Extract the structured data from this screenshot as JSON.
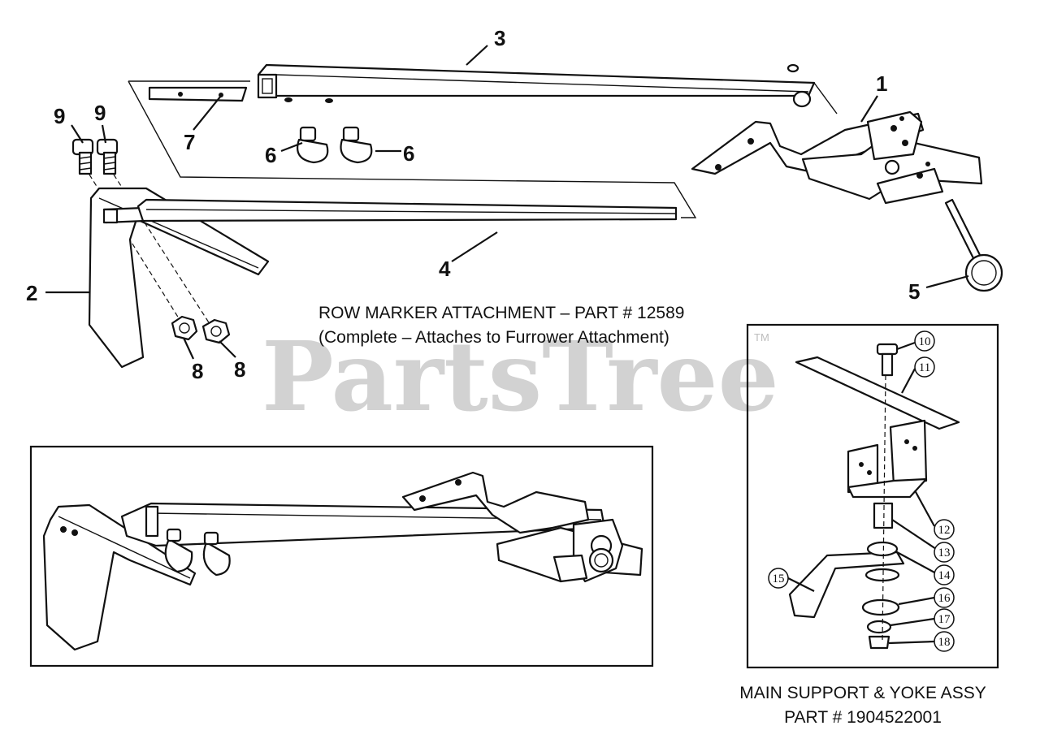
{
  "watermark": "PartsTree",
  "trademark": "TM",
  "main_title": {
    "line1": "ROW MARKER ATTACHMENT – PART # 12589",
    "line2": "(Complete – Attaches to Furrower Attachment)"
  },
  "subassembly_title": {
    "line1": "MAIN SUPPORT & YOKE ASSY",
    "line2": "PART # 1904522001"
  },
  "callouts": {
    "c1": "1",
    "c2": "2",
    "c3": "3",
    "c4": "4",
    "c5": "5",
    "c6a": "6",
    "c6b": "6",
    "c7": "7",
    "c8a": "8",
    "c8b": "8",
    "c9a": "9",
    "c9b": "9"
  },
  "sub_callouts": {
    "c10": "10",
    "c11": "11",
    "c12": "12",
    "c13": "13",
    "c14": "14",
    "c15": "15",
    "c16": "16",
    "c17": "17",
    "c18": "18"
  }
}
